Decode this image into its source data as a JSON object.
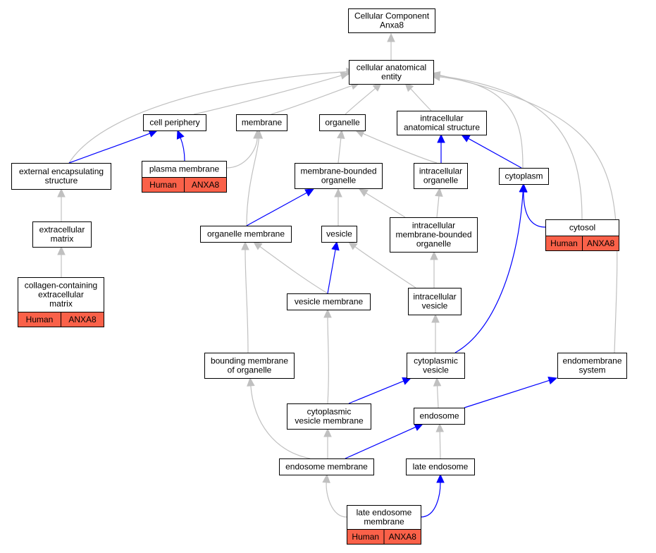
{
  "colors": {
    "is_a": "#c0c0c0",
    "part_of": "#0000ff",
    "annotation": "#fa6149"
  },
  "nodes": {
    "root": {
      "lines": [
        "Cellular Component",
        "Anxa8"
      ]
    },
    "cae": {
      "lines": [
        "cellular anatomical",
        "entity"
      ]
    },
    "cellper": {
      "lines": [
        "cell periphery"
      ]
    },
    "membrane": {
      "lines": [
        "membrane"
      ]
    },
    "organelle": {
      "lines": [
        "organelle"
      ]
    },
    "ias": {
      "lines": [
        "intracellular",
        "anatomical structure"
      ]
    },
    "ext": {
      "lines": [
        "external encapsulating",
        "structure"
      ]
    },
    "pm": {
      "lines": [
        "plasma membrane"
      ],
      "anno": [
        "Human",
        "ANXA8"
      ]
    },
    "mbo": {
      "lines": [
        "membrane-bounded",
        "organelle"
      ]
    },
    "io": {
      "lines": [
        "intracellular",
        "organelle"
      ]
    },
    "cytoplasm": {
      "lines": [
        "cytoplasm"
      ]
    },
    "ecm": {
      "lines": [
        "extracellular",
        "matrix"
      ]
    },
    "om": {
      "lines": [
        "organelle membrane"
      ]
    },
    "vesicle": {
      "lines": [
        "vesicle"
      ]
    },
    "imbo": {
      "lines": [
        "intracellular",
        "membrane-bounded",
        "organelle"
      ]
    },
    "cytosol": {
      "lines": [
        "cytosol"
      ],
      "anno": [
        "Human",
        "ANXA8"
      ]
    },
    "collagen": {
      "lines": [
        "collagen-containing",
        "extracellular",
        "matrix"
      ],
      "anno": [
        "Human",
        "ANXA8"
      ]
    },
    "vm": {
      "lines": [
        "vesicle membrane"
      ]
    },
    "iv": {
      "lines": [
        "intracellular",
        "vesicle"
      ]
    },
    "bmo": {
      "lines": [
        "bounding membrane",
        "of organelle"
      ]
    },
    "cv": {
      "lines": [
        "cytoplasmic",
        "vesicle"
      ]
    },
    "ems": {
      "lines": [
        "endomembrane",
        "system"
      ]
    },
    "cvm": {
      "lines": [
        "cytoplasmic",
        "vesicle membrane"
      ]
    },
    "endosome": {
      "lines": [
        "endosome"
      ]
    },
    "endm": {
      "lines": [
        "endosome membrane"
      ]
    },
    "le": {
      "lines": [
        "late endosome"
      ]
    },
    "lem": {
      "lines": [
        "late endosome",
        "membrane"
      ],
      "anno": [
        "Human",
        "ANXA8"
      ]
    }
  },
  "edges": [
    {
      "from": "cae",
      "to": "root",
      "type": "is_a"
    },
    {
      "from": "cellper",
      "to": "cae",
      "type": "is_a"
    },
    {
      "from": "membrane",
      "to": "cae",
      "type": "is_a"
    },
    {
      "from": "organelle",
      "to": "cae",
      "type": "is_a"
    },
    {
      "from": "ias",
      "to": "cae",
      "type": "is_a"
    },
    {
      "from": "ext",
      "to": "cae",
      "type": "is_a"
    },
    {
      "from": "cytoplasm",
      "to": "cae",
      "type": "is_a"
    },
    {
      "from": "cytosol",
      "to": "cae",
      "type": "is_a"
    },
    {
      "from": "ems",
      "to": "cae",
      "type": "is_a"
    },
    {
      "from": "ext",
      "to": "cellper",
      "type": "part_of"
    },
    {
      "from": "pm",
      "to": "cellper",
      "type": "part_of"
    },
    {
      "from": "pm",
      "to": "membrane",
      "type": "is_a"
    },
    {
      "from": "om",
      "to": "membrane",
      "type": "is_a"
    },
    {
      "from": "mbo",
      "to": "organelle",
      "type": "is_a"
    },
    {
      "from": "io",
      "to": "organelle",
      "type": "is_a"
    },
    {
      "from": "io",
      "to": "ias",
      "type": "part_of"
    },
    {
      "from": "cytoplasm",
      "to": "ias",
      "type": "part_of"
    },
    {
      "from": "ecm",
      "to": "ext",
      "type": "is_a"
    },
    {
      "from": "collagen",
      "to": "ecm",
      "type": "is_a"
    },
    {
      "from": "om",
      "to": "mbo",
      "type": "part_of"
    },
    {
      "from": "vesicle",
      "to": "mbo",
      "type": "is_a"
    },
    {
      "from": "imbo",
      "to": "mbo",
      "type": "is_a"
    },
    {
      "from": "imbo",
      "to": "io",
      "type": "is_a"
    },
    {
      "from": "cytosol",
      "to": "cytoplasm",
      "type": "part_of"
    },
    {
      "from": "cv",
      "to": "cytoplasm",
      "type": "part_of"
    },
    {
      "from": "vm",
      "to": "om",
      "type": "is_a"
    },
    {
      "from": "bmo",
      "to": "om",
      "type": "is_a"
    },
    {
      "from": "vm",
      "to": "vesicle",
      "type": "part_of"
    },
    {
      "from": "iv",
      "to": "vesicle",
      "type": "is_a"
    },
    {
      "from": "iv",
      "to": "imbo",
      "type": "is_a"
    },
    {
      "from": "cvm",
      "to": "vm",
      "type": "is_a"
    },
    {
      "from": "cv",
      "to": "iv",
      "type": "is_a"
    },
    {
      "from": "endm",
      "to": "bmo",
      "type": "is_a"
    },
    {
      "from": "cvm",
      "to": "cv",
      "type": "part_of"
    },
    {
      "from": "endosome",
      "to": "cv",
      "type": "is_a"
    },
    {
      "from": "endosome",
      "to": "ems",
      "type": "part_of"
    },
    {
      "from": "endm",
      "to": "cvm",
      "type": "is_a"
    },
    {
      "from": "endm",
      "to": "endosome",
      "type": "part_of"
    },
    {
      "from": "le",
      "to": "endosome",
      "type": "is_a"
    },
    {
      "from": "lem",
      "to": "endm",
      "type": "is_a"
    },
    {
      "from": "lem",
      "to": "le",
      "type": "part_of"
    }
  ]
}
